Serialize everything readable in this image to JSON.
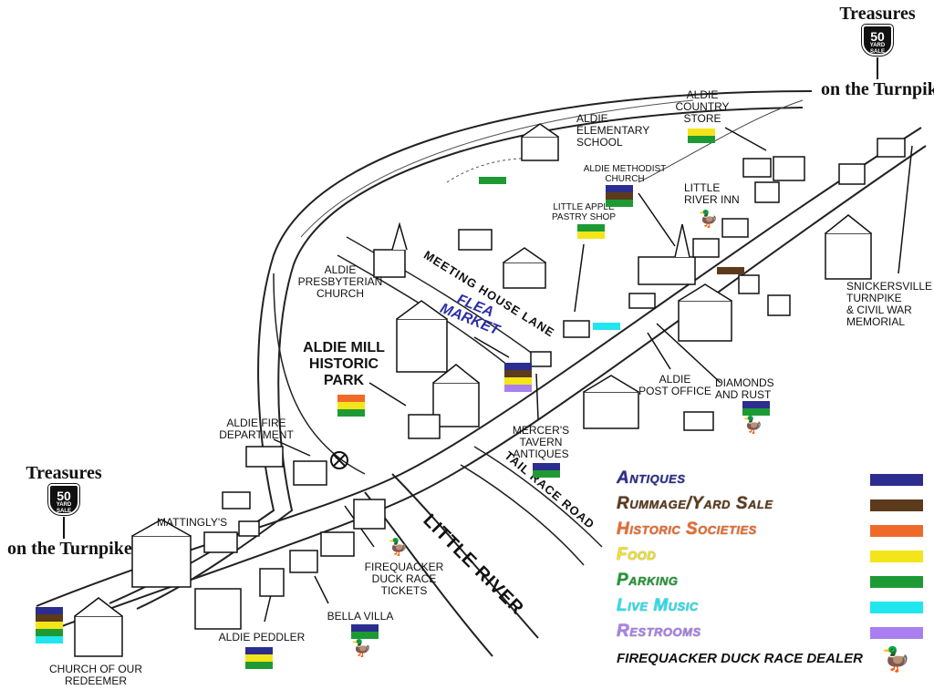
{
  "colors": {
    "antiques": "#2b2e8f",
    "rummage": "#5c3a1c",
    "historic": "#ef6a2a",
    "food": "#f4e51a",
    "parking": "#1e9a34",
    "music": "#22e6ee",
    "restrooms": "#a97ff0",
    "duck": "#e7b416"
  },
  "logos": [
    {
      "top": "Treasures",
      "num": "50",
      "sub": "YARD SALE",
      "bottom": "on the Turnpike"
    },
    {
      "top": "Treasures",
      "num": "50",
      "sub": "YARD SALE",
      "bottom": "on the Turnpike"
    }
  ],
  "labels": {
    "elementary": "Aldie\nElementary\nSchool",
    "country_store": "Aldie\nCountry\nStore",
    "methodist": "Aldie Methodist\nChurch",
    "pastry": "Little Apple\nPastry Shop",
    "inn": "Little\nRiver Inn",
    "presbyterian": "Aldie\nPresbyterian\nChurch",
    "mill": "Aldie Mill\nHistoric\nPark",
    "snickersville": "Snickersville\nTurnpike\n& Civil War\nMemorial",
    "post_office": "Aldie\nPost Office",
    "diamonds": "Diamonds\nand Rust",
    "mercers": "Mercer's\nTavern\nAntiques",
    "fire": "Aldie Fire\nDepartment",
    "mattinglys": "Mattingly's",
    "firequacker": "Firequacker\nDuck Race\nTickets",
    "bella": "Bella Villa",
    "peddler": "Aldie Peddler",
    "church_redeemer": "Church of Our\nRedeemer"
  },
  "roads": {
    "meeting_house": "MEETING HOUSE LANE",
    "tail_race": "TAIL RACE ROAD",
    "little_river": "LITTLE RIVER"
  },
  "flea_market": "FLEA\nMARKET",
  "legend": {
    "items": [
      {
        "label": "Antiques",
        "key": "antiques"
      },
      {
        "label": "Rummage/Yard Sale",
        "key": "rummage"
      },
      {
        "label": "Historic Societies",
        "key": "historic"
      },
      {
        "label": "Food",
        "key": "food"
      },
      {
        "label": "Parking",
        "key": "parking"
      },
      {
        "label": "Live Music",
        "key": "music"
      },
      {
        "label": "Restrooms",
        "key": "restrooms"
      }
    ],
    "dealer": "FIREQUACKER DUCK RACE DEALER"
  },
  "markers": {
    "elementary": [
      "parking"
    ],
    "country_store": [
      "food",
      "parking"
    ],
    "methodist": [
      "antiques",
      "rummage",
      "parking"
    ],
    "pastry": [
      "parking",
      "food"
    ],
    "inn": [
      "duck"
    ],
    "rummage_spot": [
      "rummage"
    ],
    "music_spot": [
      "music"
    ],
    "flea": [
      "antiques",
      "rummage",
      "food",
      "restrooms"
    ],
    "mill": [
      "historic",
      "food",
      "parking"
    ],
    "diamonds": [
      "antiques",
      "parking",
      "duck"
    ],
    "mercers": [
      "antiques",
      "parking"
    ],
    "firequacker": [
      "duck"
    ],
    "bella": [
      "antiques",
      "parking",
      "duck"
    ],
    "peddler": [
      "antiques",
      "food",
      "parking"
    ],
    "redeemer": [
      "antiques",
      "rummage",
      "food",
      "parking",
      "music"
    ]
  }
}
